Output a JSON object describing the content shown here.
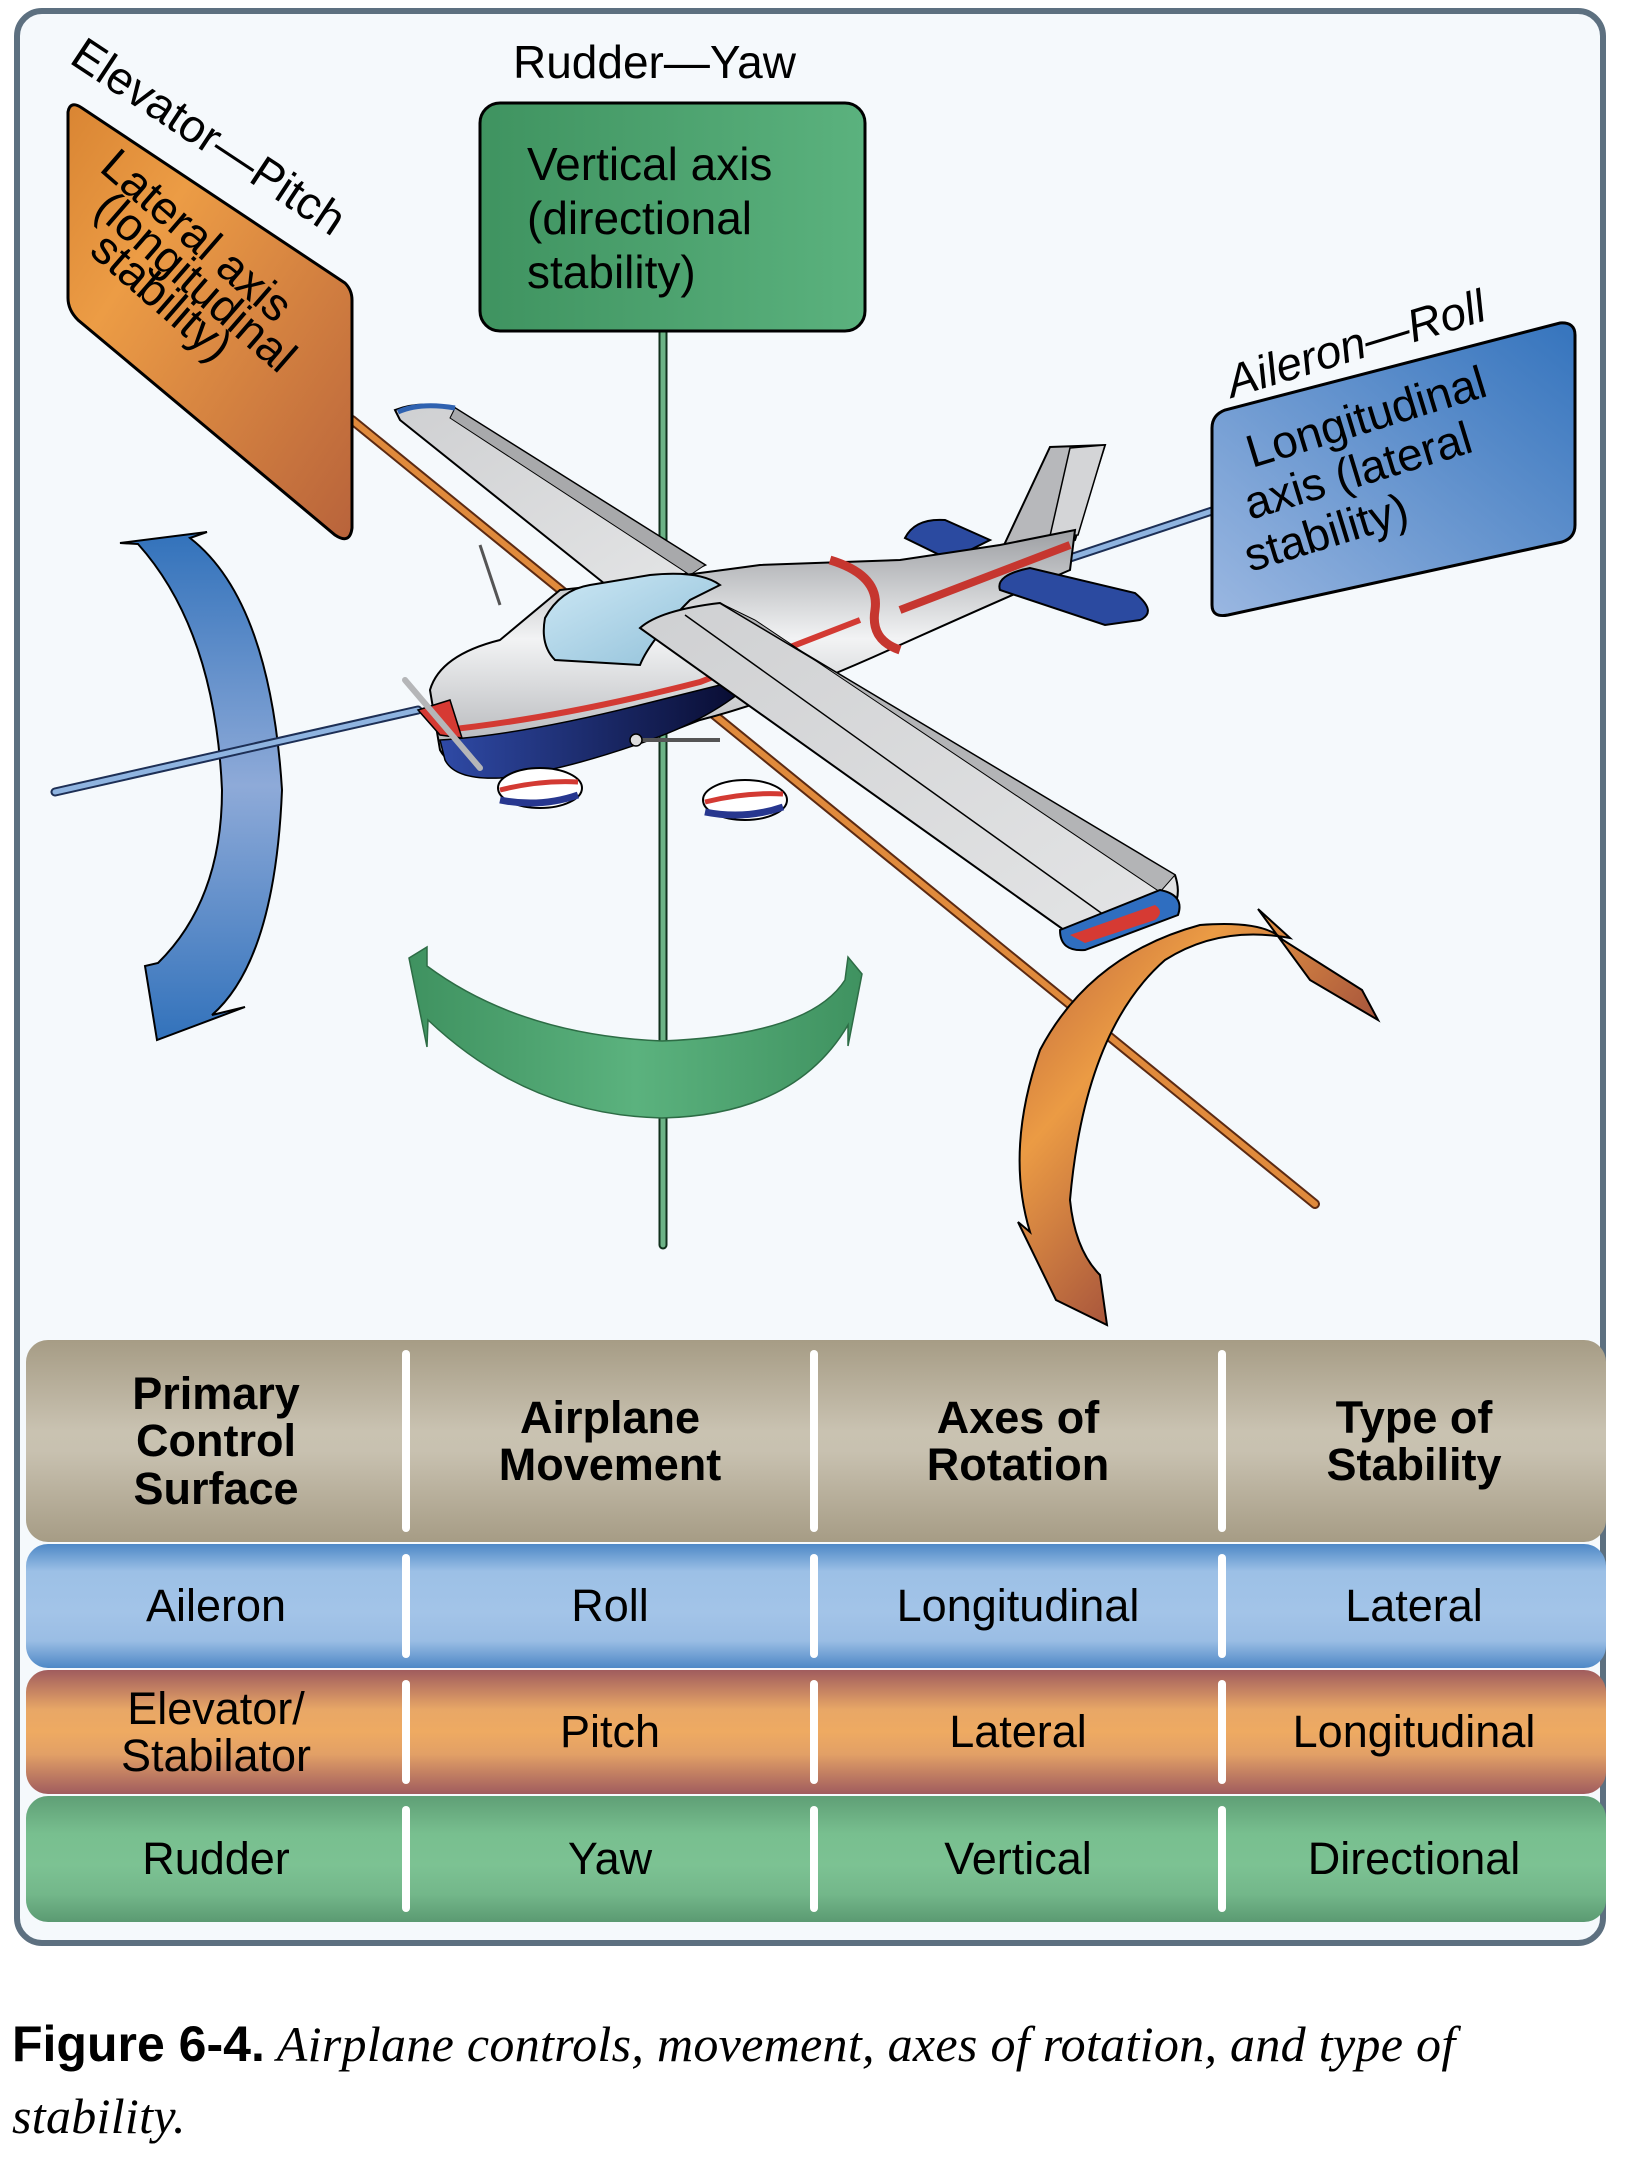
{
  "diagram": {
    "labels": {
      "elevator": {
        "heading": "Elevator—Pitch",
        "sign_lines": [
          "Lateral axis",
          "(longitudinal",
          "stability)"
        ],
        "color": "#e0913d"
      },
      "rudder": {
        "heading": "Rudder—Yaw",
        "sign_lines": [
          "Vertical axis",
          "(directional",
          "stability)"
        ],
        "color": "#4fa46f"
      },
      "aileron": {
        "heading": "Aileron—Roll",
        "sign_lines": [
          "Longitudinal",
          "axis (lateral",
          "stability)"
        ],
        "color": "#5a8fd0"
      }
    },
    "axes": {
      "lateral_color": "#e08a3c",
      "vertical_color": "#4f9c6c",
      "longitudinal_color": "#8fb4e0"
    },
    "rotation_arrows": {
      "pitch_color": "#6f98cf",
      "yaw_color": "#4fa46f",
      "roll_color": "#d98a3f"
    },
    "airplane": {
      "body_color": "#c8c9cc",
      "stripe_color": "#d33a33",
      "belly_color": "#27378f",
      "tail_color": "#2b4aa0"
    }
  },
  "table": {
    "headers": [
      "Primary\nControl\nSurface",
      "Airplane\nMovement",
      "Axes of\nRotation",
      "Type of\nStability"
    ],
    "rows": [
      {
        "theme": "blue",
        "cells": [
          "Aileron",
          "Roll",
          "Longitudinal",
          "Lateral"
        ]
      },
      {
        "theme": "orange",
        "cells": [
          "Elevator/\nStabilator",
          "Pitch",
          "Lateral",
          "Longitudinal"
        ]
      },
      {
        "theme": "green",
        "cells": [
          "Rudder",
          "Yaw",
          "Vertical",
          "Directional"
        ]
      }
    ]
  },
  "caption": {
    "figure_label": "Figure 6-4.",
    "text": " Airplane controls, movement, axes of rotation, and type of stability."
  }
}
